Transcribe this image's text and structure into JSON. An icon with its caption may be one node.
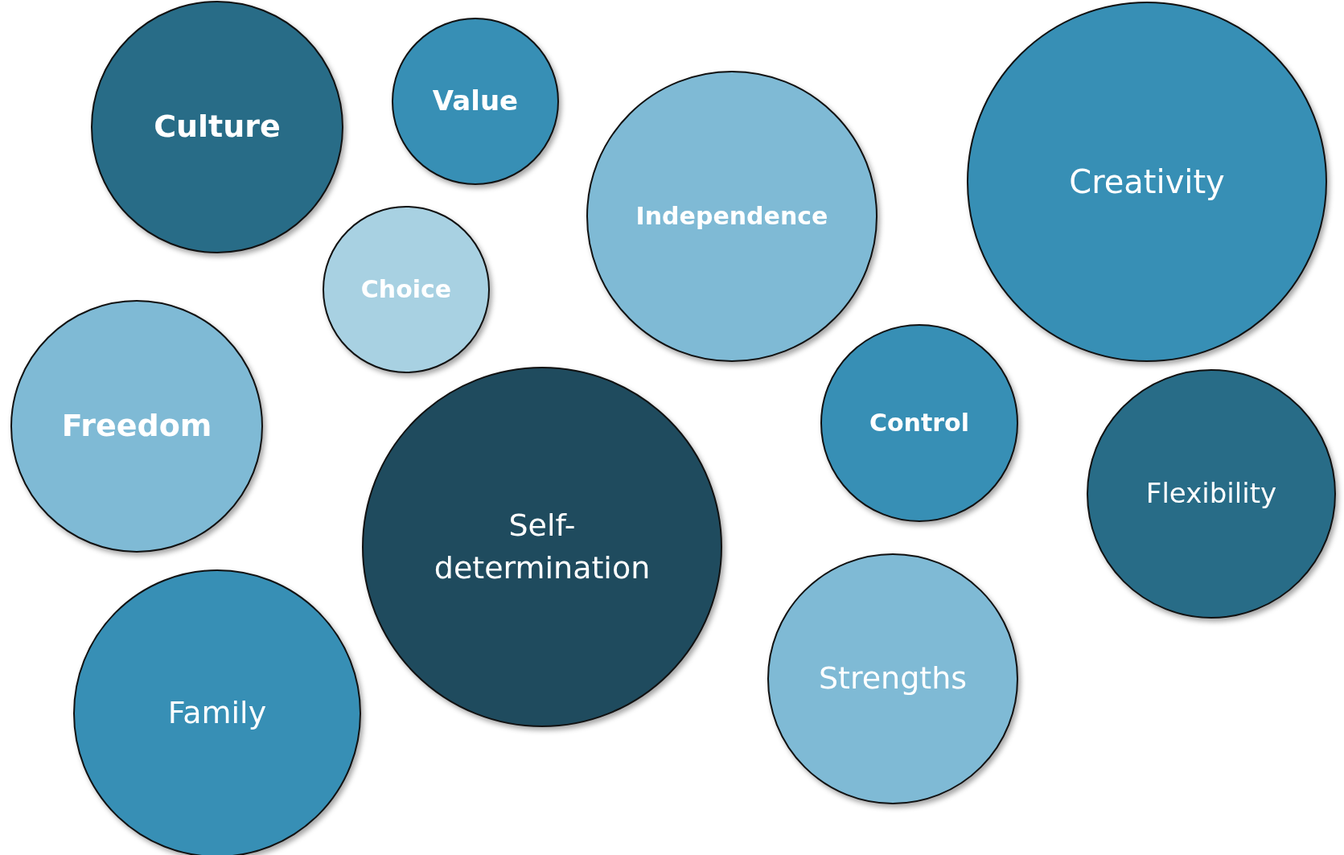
{
  "diagram": {
    "nodes": [
      {
        "text": [
          "Culture"
        ]
      },
      {
        "text": [
          "Value"
        ]
      },
      {
        "text": [
          "Creativity"
        ]
      },
      {
        "text": [
          "Independence"
        ]
      },
      {
        "text": [
          "Choice"
        ]
      },
      {
        "text": [
          "Freedom"
        ]
      },
      {
        "text": [
          "Control"
        ]
      },
      {
        "text": [
          "Flexibility"
        ]
      },
      {
        "text": [
          "Self-determination"
        ]
      },
      {
        "text": [
          "Strengths"
        ]
      },
      {
        "text": [
          "Family"
        ]
      }
    ]
  }
}
